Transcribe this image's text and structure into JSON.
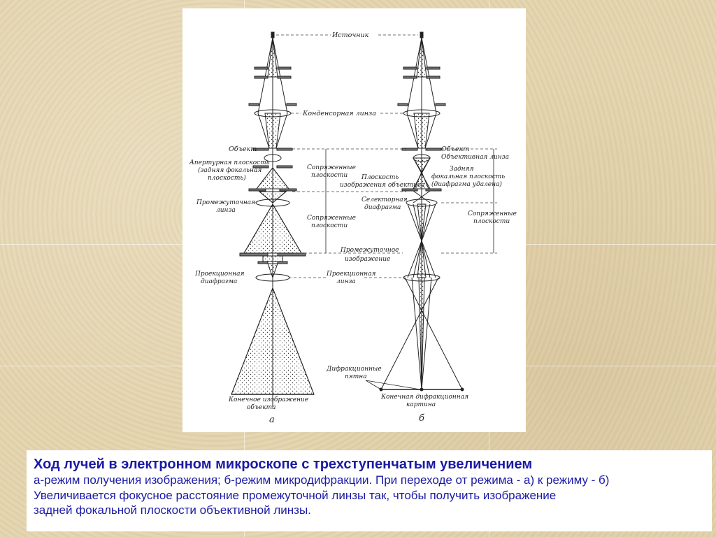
{
  "diagram": {
    "labels": {
      "source": "Источник",
      "condenser_lens": "Конденсорная линза",
      "object_left": "Объект",
      "aperture_plane_1": "Апертурная плоскость",
      "aperture_plane_2": "(задняя фокальная",
      "aperture_plane_3": "плоскость)",
      "conjugate_planes_1a": "Сопряженные",
      "conjugate_planes_1b": "плоскости",
      "image_plane_1": "Плоскость",
      "image_plane_2": "изображения объектива",
      "intermediate_lens_1": "Промежуточная",
      "intermediate_lens_2": "линза",
      "conjugate_planes_2a": "Сопряженные",
      "conjugate_planes_2b": "плоскости",
      "selector_aperture_1": "Селекторная",
      "selector_aperture_2": "диафрагма",
      "intermediate_image_1": "Промежуточное",
      "intermediate_image_2": "изображение",
      "projection_aperture_1": "Проекционная",
      "projection_aperture_2": "диафрагма",
      "projection_lens_1": "Проекционная",
      "projection_lens_2": "линза",
      "object_right": "Объект",
      "objective_lens": "Объективная линза",
      "back_focal_1": "Задняя",
      "back_focal_2": "фокальная плоскость",
      "back_focal_3": "(диафрагма удалена)",
      "conjugate_planes_3a": "Сопряженные",
      "conjugate_planes_3b": "плоскости",
      "diffraction_spots_1": "Дифракционные",
      "diffraction_spots_2": "пятна",
      "final_image_1": "Конечное изображение",
      "final_image_2": "объекта",
      "final_diffraction_1": "Конечная дифракционная",
      "final_diffraction_2": "картина",
      "panel_a": "а",
      "panel_b": "б"
    }
  },
  "caption": {
    "title": "Ход лучей в электронном микроскопе с трехступенчатым увеличением",
    "line1": "а-режим получения изображения; б-режим микродифракции. При переходе от режима - а) к режиму - б)",
    "line2": "Увеличивается фокусное расстояние промежуточной линзы так, чтобы получить изображение",
    "line3": "задней фокальной плоскости объективной линзы."
  },
  "colors": {
    "caption_text": "#1a1aa6",
    "background": "#e4d5b0"
  }
}
